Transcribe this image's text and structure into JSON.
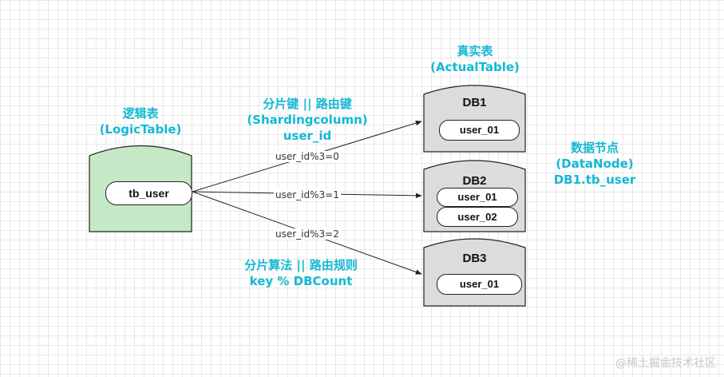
{
  "logic_table": {
    "label_cn": "逻辑表",
    "label_en": "(LogicTable)",
    "item": "tb_user"
  },
  "sharding_key": {
    "line1": "分片键 || 路由键",
    "line2": "(Shardingcolumn)",
    "line3": "user_id"
  },
  "actual_table": {
    "label_cn": "真实表",
    "label_en": "(ActualTable)"
  },
  "data_node": {
    "line1": "数据节点",
    "line2": "(DataNode)",
    "line3": "DB1.tb_user"
  },
  "algorithm": {
    "line1": "分片算法 || 路由规则",
    "line2": "key % DBCount"
  },
  "edges": [
    {
      "label": "user_id%3=0"
    },
    {
      "label": "user_id%3=1"
    },
    {
      "label": "user_id%3=2"
    }
  ],
  "databases": [
    {
      "name": "DB1",
      "tables": [
        "user_01"
      ]
    },
    {
      "name": "DB2",
      "tables": [
        "user_01",
        "user_02"
      ]
    },
    {
      "name": "DB3",
      "tables": [
        "user_01"
      ]
    }
  ],
  "watermark": "@稀土掘金技术社区",
  "colors": {
    "label": "#13b8d4",
    "logic_fill": "#c5e8c6",
    "db_fill": "#dcdcdc",
    "stroke": "#222222"
  }
}
